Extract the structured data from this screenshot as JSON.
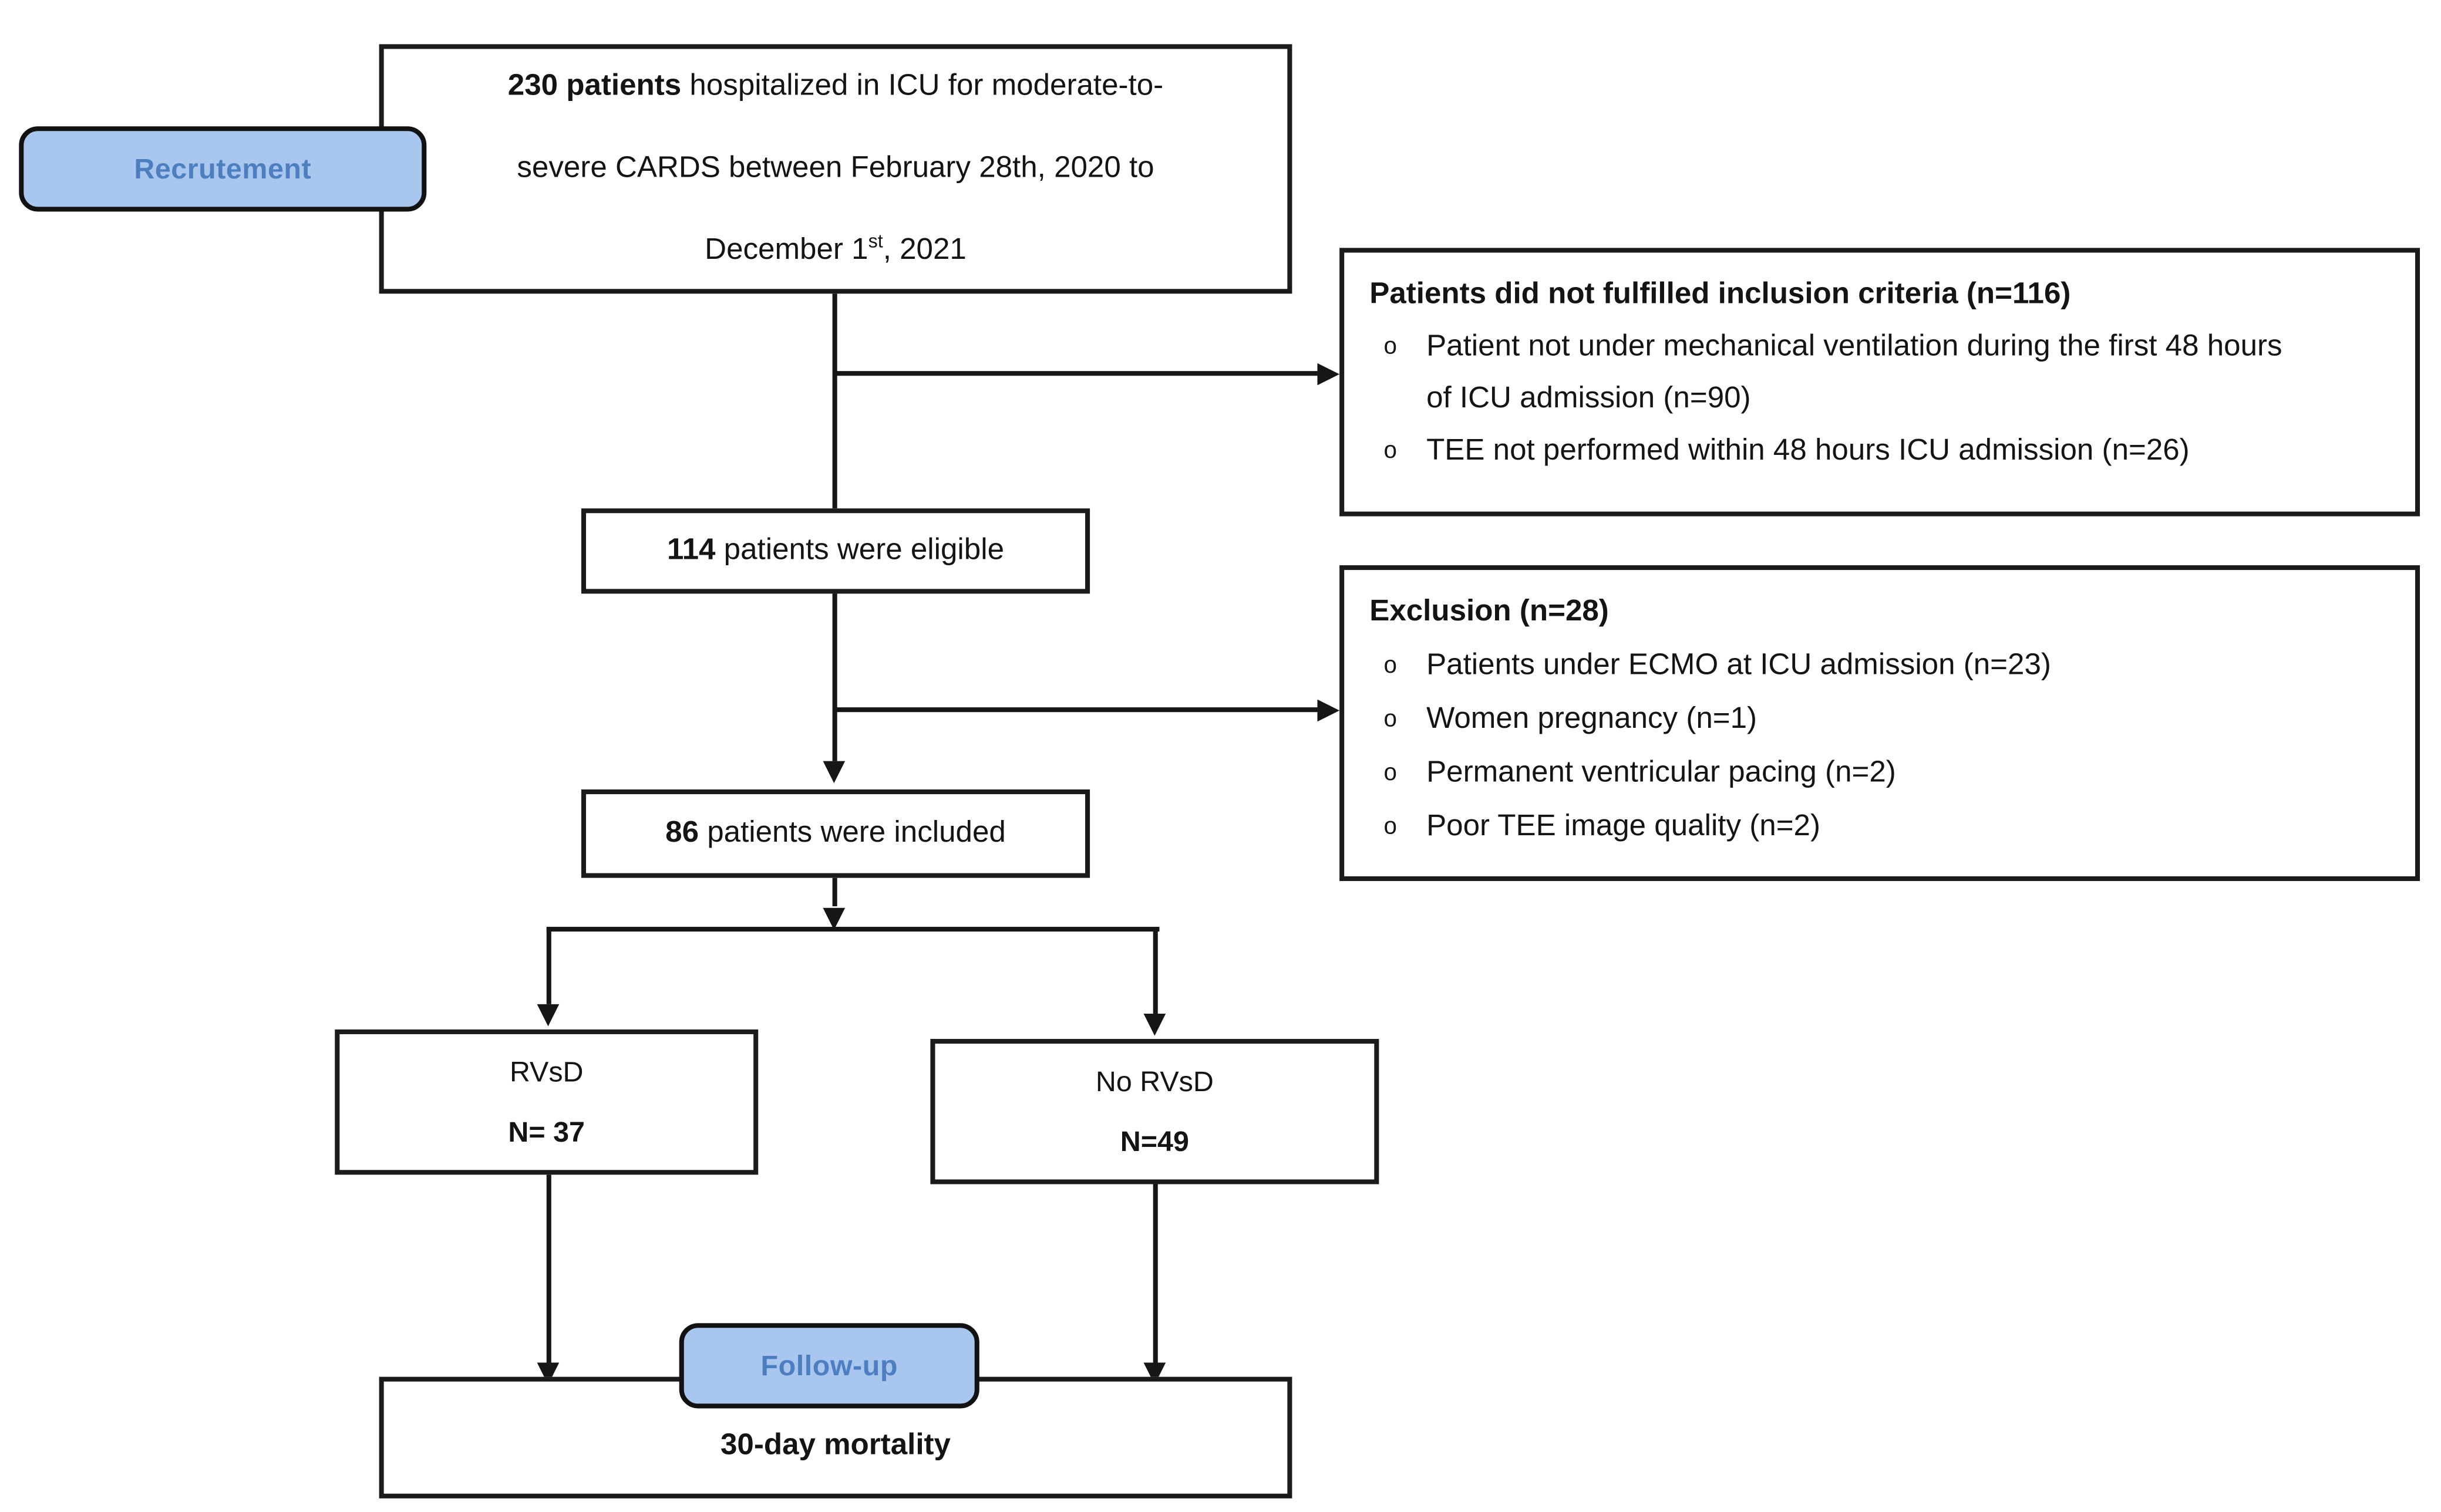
{
  "labels": {
    "recruitment": "Recrutement",
    "followup": "Follow-up"
  },
  "boxes": {
    "recruited": {
      "count": "230 patients",
      "line1_rest": " hospitalized in ICU for moderate-to-",
      "line2": "severe CARDS between February 28th, 2020 to",
      "line3_pre": "December 1",
      "line3_sup": "st",
      "line3_post": ", 2021"
    },
    "not_fulfilled": {
      "title": "Patients did not fulfilled inclusion criteria (n=116)",
      "items": [
        "Patient not under mechanical ventilation during the first 48 hours of ICU admission (n=90)",
        "TEE not performed within 48 hours ICU admission (n=26)"
      ]
    },
    "eligible": {
      "count": "114",
      "rest": " patients were eligible"
    },
    "exclusion": {
      "title": "Exclusion (n=28)",
      "items": [
        "Patients under ECMO at ICU admission (n=23)",
        "Women pregnancy (n=1)",
        "Permanent ventricular pacing (n=2)",
        "Poor TEE image quality (n=2)"
      ]
    },
    "included": {
      "count": "86",
      "rest": " patients were included"
    },
    "rvsd": {
      "line1": "RVsD",
      "line2": "N= 37"
    },
    "no_rvsd": {
      "line1": "No RVsD",
      "line2": "N=49"
    },
    "mortality": {
      "text": "30-day mortality"
    }
  },
  "icons": {
    "bullet": "o"
  },
  "colors": {
    "badge_fill": "#a9c6ef",
    "badge_text": "#4d7ebf",
    "line": "#161616",
    "box_border": "#1b1b1b"
  }
}
